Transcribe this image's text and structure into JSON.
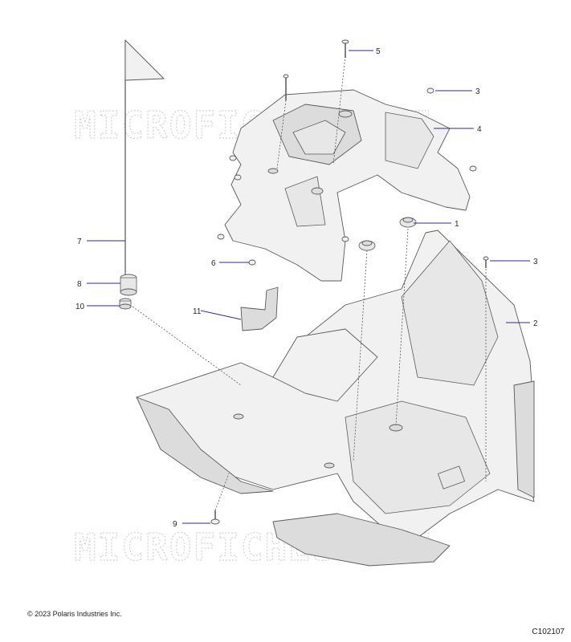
{
  "watermark": "MICROFICHES.NET",
  "callouts": [
    {
      "id": "1",
      "label": "1"
    },
    {
      "id": "2",
      "label": "2"
    },
    {
      "id": "3a",
      "label": "3"
    },
    {
      "id": "3b",
      "label": "3"
    },
    {
      "id": "4",
      "label": "4"
    },
    {
      "id": "5",
      "label": "5"
    },
    {
      "id": "6",
      "label": "6"
    },
    {
      "id": "7",
      "label": "7"
    },
    {
      "id": "8",
      "label": "8"
    },
    {
      "id": "9",
      "label": "9"
    },
    {
      "id": "10",
      "label": "10"
    },
    {
      "id": "11",
      "label": "11"
    }
  ],
  "footer": {
    "copyright": "© 2023 Polaris Industries Inc.",
    "drawing_number": "C102107"
  }
}
